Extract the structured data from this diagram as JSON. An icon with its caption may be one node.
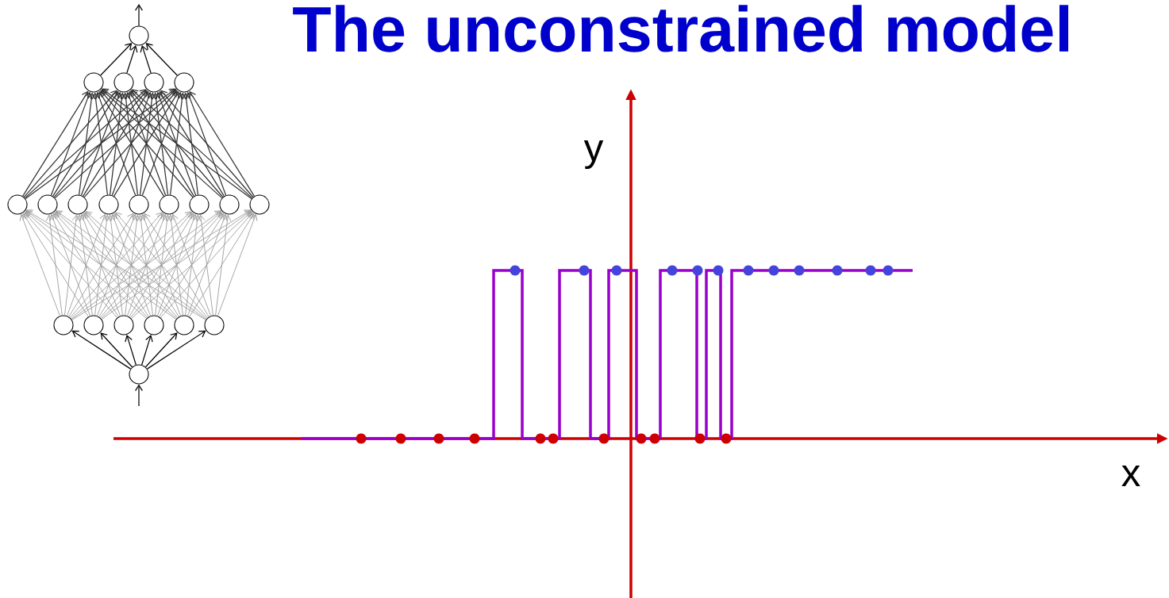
{
  "diagram": {
    "title": "The unconstrained model",
    "nodes": [
      {
        "text": [],
        "shape": "circle"
      },
      {
        "text": [],
        "shape": "circle"
      },
      {
        "text": [],
        "shape": "circle"
      },
      {
        "text": [],
        "shape": "circle"
      },
      {
        "text": [],
        "shape": "circle"
      },
      {
        "text": [],
        "shape": "circle"
      },
      {
        "text": [],
        "shape": "circle"
      },
      {
        "text": [],
        "shape": "circle"
      },
      {
        "text": [],
        "shape": "circle"
      },
      {
        "text": [],
        "shape": "circle"
      },
      {
        "text": [],
        "shape": "circle"
      },
      {
        "text": [],
        "shape": "circle"
      },
      {
        "text": [],
        "shape": "circle"
      },
      {
        "text": [],
        "shape": "circle"
      },
      {
        "text": [],
        "shape": "circle"
      },
      {
        "text": [],
        "shape": "circle"
      },
      {
        "text": [],
        "shape": "circle"
      },
      {
        "text": [],
        "shape": "circle"
      },
      {
        "text": [],
        "shape": "circle"
      },
      {
        "text": [],
        "shape": "circle"
      },
      {
        "text": [],
        "shape": "circle"
      }
    ],
    "edges": [
      {
        "from": null,
        "to": 0,
        "arrow": "to",
        "color": "#000000"
      },
      {
        "from": 0,
        "to": 1,
        "arrow": "to",
        "color": "#000000"
      },
      {
        "from": 0,
        "to": 2,
        "arrow": "to",
        "color": "#000000"
      },
      {
        "from": 0,
        "to": 3,
        "arrow": "to",
        "color": "#000000"
      },
      {
        "from": 0,
        "to": 4,
        "arrow": "to",
        "color": "#000000"
      },
      {
        "from": 0,
        "to": 5,
        "arrow": "to",
        "color": "#000000"
      },
      {
        "from": 0,
        "to": 6,
        "arrow": "to",
        "color": "#000000"
      },
      {
        "from": 1,
        "to": 7,
        "arrow": "to"
      },
      {
        "from": 1,
        "to": 8,
        "arrow": "to"
      },
      {
        "from": 1,
        "to": 9,
        "arrow": "to"
      },
      {
        "from": 1,
        "to": 10,
        "arrow": "to"
      },
      {
        "from": 1,
        "to": 11,
        "arrow": "to"
      },
      {
        "from": 1,
        "to": 12,
        "arrow": "to"
      },
      {
        "from": 1,
        "to": 13,
        "arrow": "to"
      },
      {
        "from": 1,
        "to": 14,
        "arrow": "to"
      },
      {
        "from": 1,
        "to": 15,
        "arrow": "to"
      },
      {
        "from": 2,
        "to": 7,
        "arrow": "to"
      },
      {
        "from": 2,
        "to": 8,
        "arrow": "to"
      },
      {
        "from": 2,
        "to": 9,
        "arrow": "to"
      },
      {
        "from": 2,
        "to": 10,
        "arrow": "to"
      },
      {
        "from": 2,
        "to": 11,
        "arrow": "to"
      },
      {
        "from": 2,
        "to": 12,
        "arrow": "to"
      },
      {
        "from": 2,
        "to": 13,
        "arrow": "to"
      },
      {
        "from": 2,
        "to": 14,
        "arrow": "to"
      },
      {
        "from": 2,
        "to": 15,
        "arrow": "to"
      },
      {
        "from": 3,
        "to": 7,
        "arrow": "to"
      },
      {
        "from": 3,
        "to": 8,
        "arrow": "to"
      },
      {
        "from": 3,
        "to": 9,
        "arrow": "to"
      },
      {
        "from": 3,
        "to": 10,
        "arrow": "to"
      },
      {
        "from": 3,
        "to": 11,
        "arrow": "to"
      },
      {
        "from": 3,
        "to": 12,
        "arrow": "to"
      },
      {
        "from": 3,
        "to": 13,
        "arrow": "to"
      },
      {
        "from": 3,
        "to": 14,
        "arrow": "to"
      },
      {
        "from": 3,
        "to": 15,
        "arrow": "to"
      },
      {
        "from": 4,
        "to": 7,
        "arrow": "to"
      },
      {
        "from": 4,
        "to": 8,
        "arrow": "to"
      },
      {
        "from": 4,
        "to": 9,
        "arrow": "to"
      },
      {
        "from": 4,
        "to": 10,
        "arrow": "to"
      },
      {
        "from": 4,
        "to": 11,
        "arrow": "to"
      },
      {
        "from": 4,
        "to": 12,
        "arrow": "to"
      },
      {
        "from": 4,
        "to": 13,
        "arrow": "to"
      },
      {
        "from": 4,
        "to": 14,
        "arrow": "to"
      },
      {
        "from": 4,
        "to": 15,
        "arrow": "to"
      },
      {
        "from": 5,
        "to": 7,
        "arrow": "to"
      },
      {
        "from": 5,
        "to": 8,
        "arrow": "to"
      },
      {
        "from": 5,
        "to": 9,
        "arrow": "to"
      },
      {
        "from": 5,
        "to": 10,
        "arrow": "to"
      },
      {
        "from": 5,
        "to": 11,
        "arrow": "to"
      },
      {
        "from": 5,
        "to": 12,
        "arrow": "to"
      },
      {
        "from": 5,
        "to": 13,
        "arrow": "to"
      },
      {
        "from": 5,
        "to": 14,
        "arrow": "to"
      },
      {
        "from": 5,
        "to": 15,
        "arrow": "to"
      },
      {
        "from": 6,
        "to": 7,
        "arrow": "to"
      },
      {
        "from": 6,
        "to": 8,
        "arrow": "to"
      },
      {
        "from": 6,
        "to": 9,
        "arrow": "to"
      },
      {
        "from": 6,
        "to": 10,
        "arrow": "to"
      },
      {
        "from": 6,
        "to": 11,
        "arrow": "to"
      },
      {
        "from": 6,
        "to": 12,
        "arrow": "to"
      },
      {
        "from": 6,
        "to": 13,
        "arrow": "to"
      },
      {
        "from": 6,
        "to": 14,
        "arrow": "to"
      },
      {
        "from": 6,
        "to": 15,
        "arrow": "to"
      },
      {
        "from": 7,
        "to": 16,
        "arrow": "to",
        "color": "#333333"
      },
      {
        "from": 7,
        "to": 17,
        "arrow": "to",
        "color": "#333333"
      },
      {
        "from": 7,
        "to": 18,
        "arrow": "to",
        "color": "#333333"
      },
      {
        "from": 7,
        "to": 19,
        "arrow": "to",
        "color": "#333333"
      },
      {
        "from": 8,
        "to": 16,
        "arrow": "to",
        "color": "#333333"
      },
      {
        "from": 8,
        "to": 17,
        "arrow": "to",
        "color": "#333333"
      },
      {
        "from": 8,
        "to": 18,
        "arrow": "to",
        "color": "#333333"
      },
      {
        "from": 8,
        "to": 19,
        "arrow": "to",
        "color": "#333333"
      },
      {
        "from": 9,
        "to": 16,
        "arrow": "to",
        "color": "#333333"
      },
      {
        "from": 9,
        "to": 17,
        "arrow": "to",
        "color": "#333333"
      },
      {
        "from": 9,
        "to": 18,
        "arrow": "to",
        "color": "#333333"
      },
      {
        "from": 9,
        "to": 19,
        "arrow": "to",
        "color": "#333333"
      },
      {
        "from": 10,
        "to": 16,
        "arrow": "to",
        "color": "#333333"
      },
      {
        "from": 10,
        "to": 17,
        "arrow": "to",
        "color": "#333333"
      },
      {
        "from": 10,
        "to": 18,
        "arrow": "to",
        "color": "#333333"
      },
      {
        "from": 10,
        "to": 19,
        "arrow": "to",
        "color": "#333333"
      },
      {
        "from": 11,
        "to": 16,
        "arrow": "to",
        "color": "#333333"
      },
      {
        "from": 11,
        "to": 17,
        "arrow": "to",
        "color": "#333333"
      },
      {
        "from": 11,
        "to": 18,
        "arrow": "to",
        "color": "#333333"
      },
      {
        "from": 11,
        "to": 19,
        "arrow": "to",
        "color": "#333333"
      },
      {
        "from": 12,
        "to": 16,
        "arrow": "to",
        "color": "#333333"
      },
      {
        "from": 12,
        "to": 17,
        "arrow": "to",
        "color": "#333333"
      },
      {
        "from": 12,
        "to": 18,
        "arrow": "to",
        "color": "#333333"
      },
      {
        "from": 12,
        "to": 19,
        "arrow": "to",
        "color": "#333333"
      },
      {
        "from": 13,
        "to": 16,
        "arrow": "to",
        "color": "#333333"
      },
      {
        "from": 13,
        "to": 17,
        "arrow": "to",
        "color": "#333333"
      },
      {
        "from": 13,
        "to": 18,
        "arrow": "to",
        "color": "#333333"
      },
      {
        "from": 13,
        "to": 19,
        "arrow": "to",
        "color": "#333333"
      },
      {
        "from": 14,
        "to": 16,
        "arrow": "to",
        "color": "#333333"
      },
      {
        "from": 14,
        "to": 17,
        "arrow": "to",
        "color": "#333333"
      },
      {
        "from": 14,
        "to": 18,
        "arrow": "to",
        "color": "#333333"
      },
      {
        "from": 14,
        "to": 19,
        "arrow": "to",
        "color": "#333333"
      },
      {
        "from": 15,
        "to": 16,
        "arrow": "to",
        "color": "#333333"
      },
      {
        "from": 15,
        "to": 17,
        "arrow": "to",
        "color": "#333333"
      },
      {
        "from": 15,
        "to": 18,
        "arrow": "to",
        "color": "#333333"
      },
      {
        "from": 15,
        "to": 19,
        "arrow": "to",
        "color": "#333333"
      },
      {
        "from": 16,
        "to": 20,
        "arrow": "to",
        "color": "#000000"
      },
      {
        "from": 17,
        "to": 20,
        "arrow": "to",
        "color": "#000000"
      },
      {
        "from": 18,
        "to": 20,
        "arrow": "to",
        "color": "#000000"
      },
      {
        "from": 19,
        "to": 20,
        "arrow": "to",
        "color": "#000000"
      },
      {
        "from": 20,
        "to": null,
        "arrow": "to",
        "color": "#000000"
      }
    ],
    "labels": [
      "y",
      "x"
    ]
  }
}
